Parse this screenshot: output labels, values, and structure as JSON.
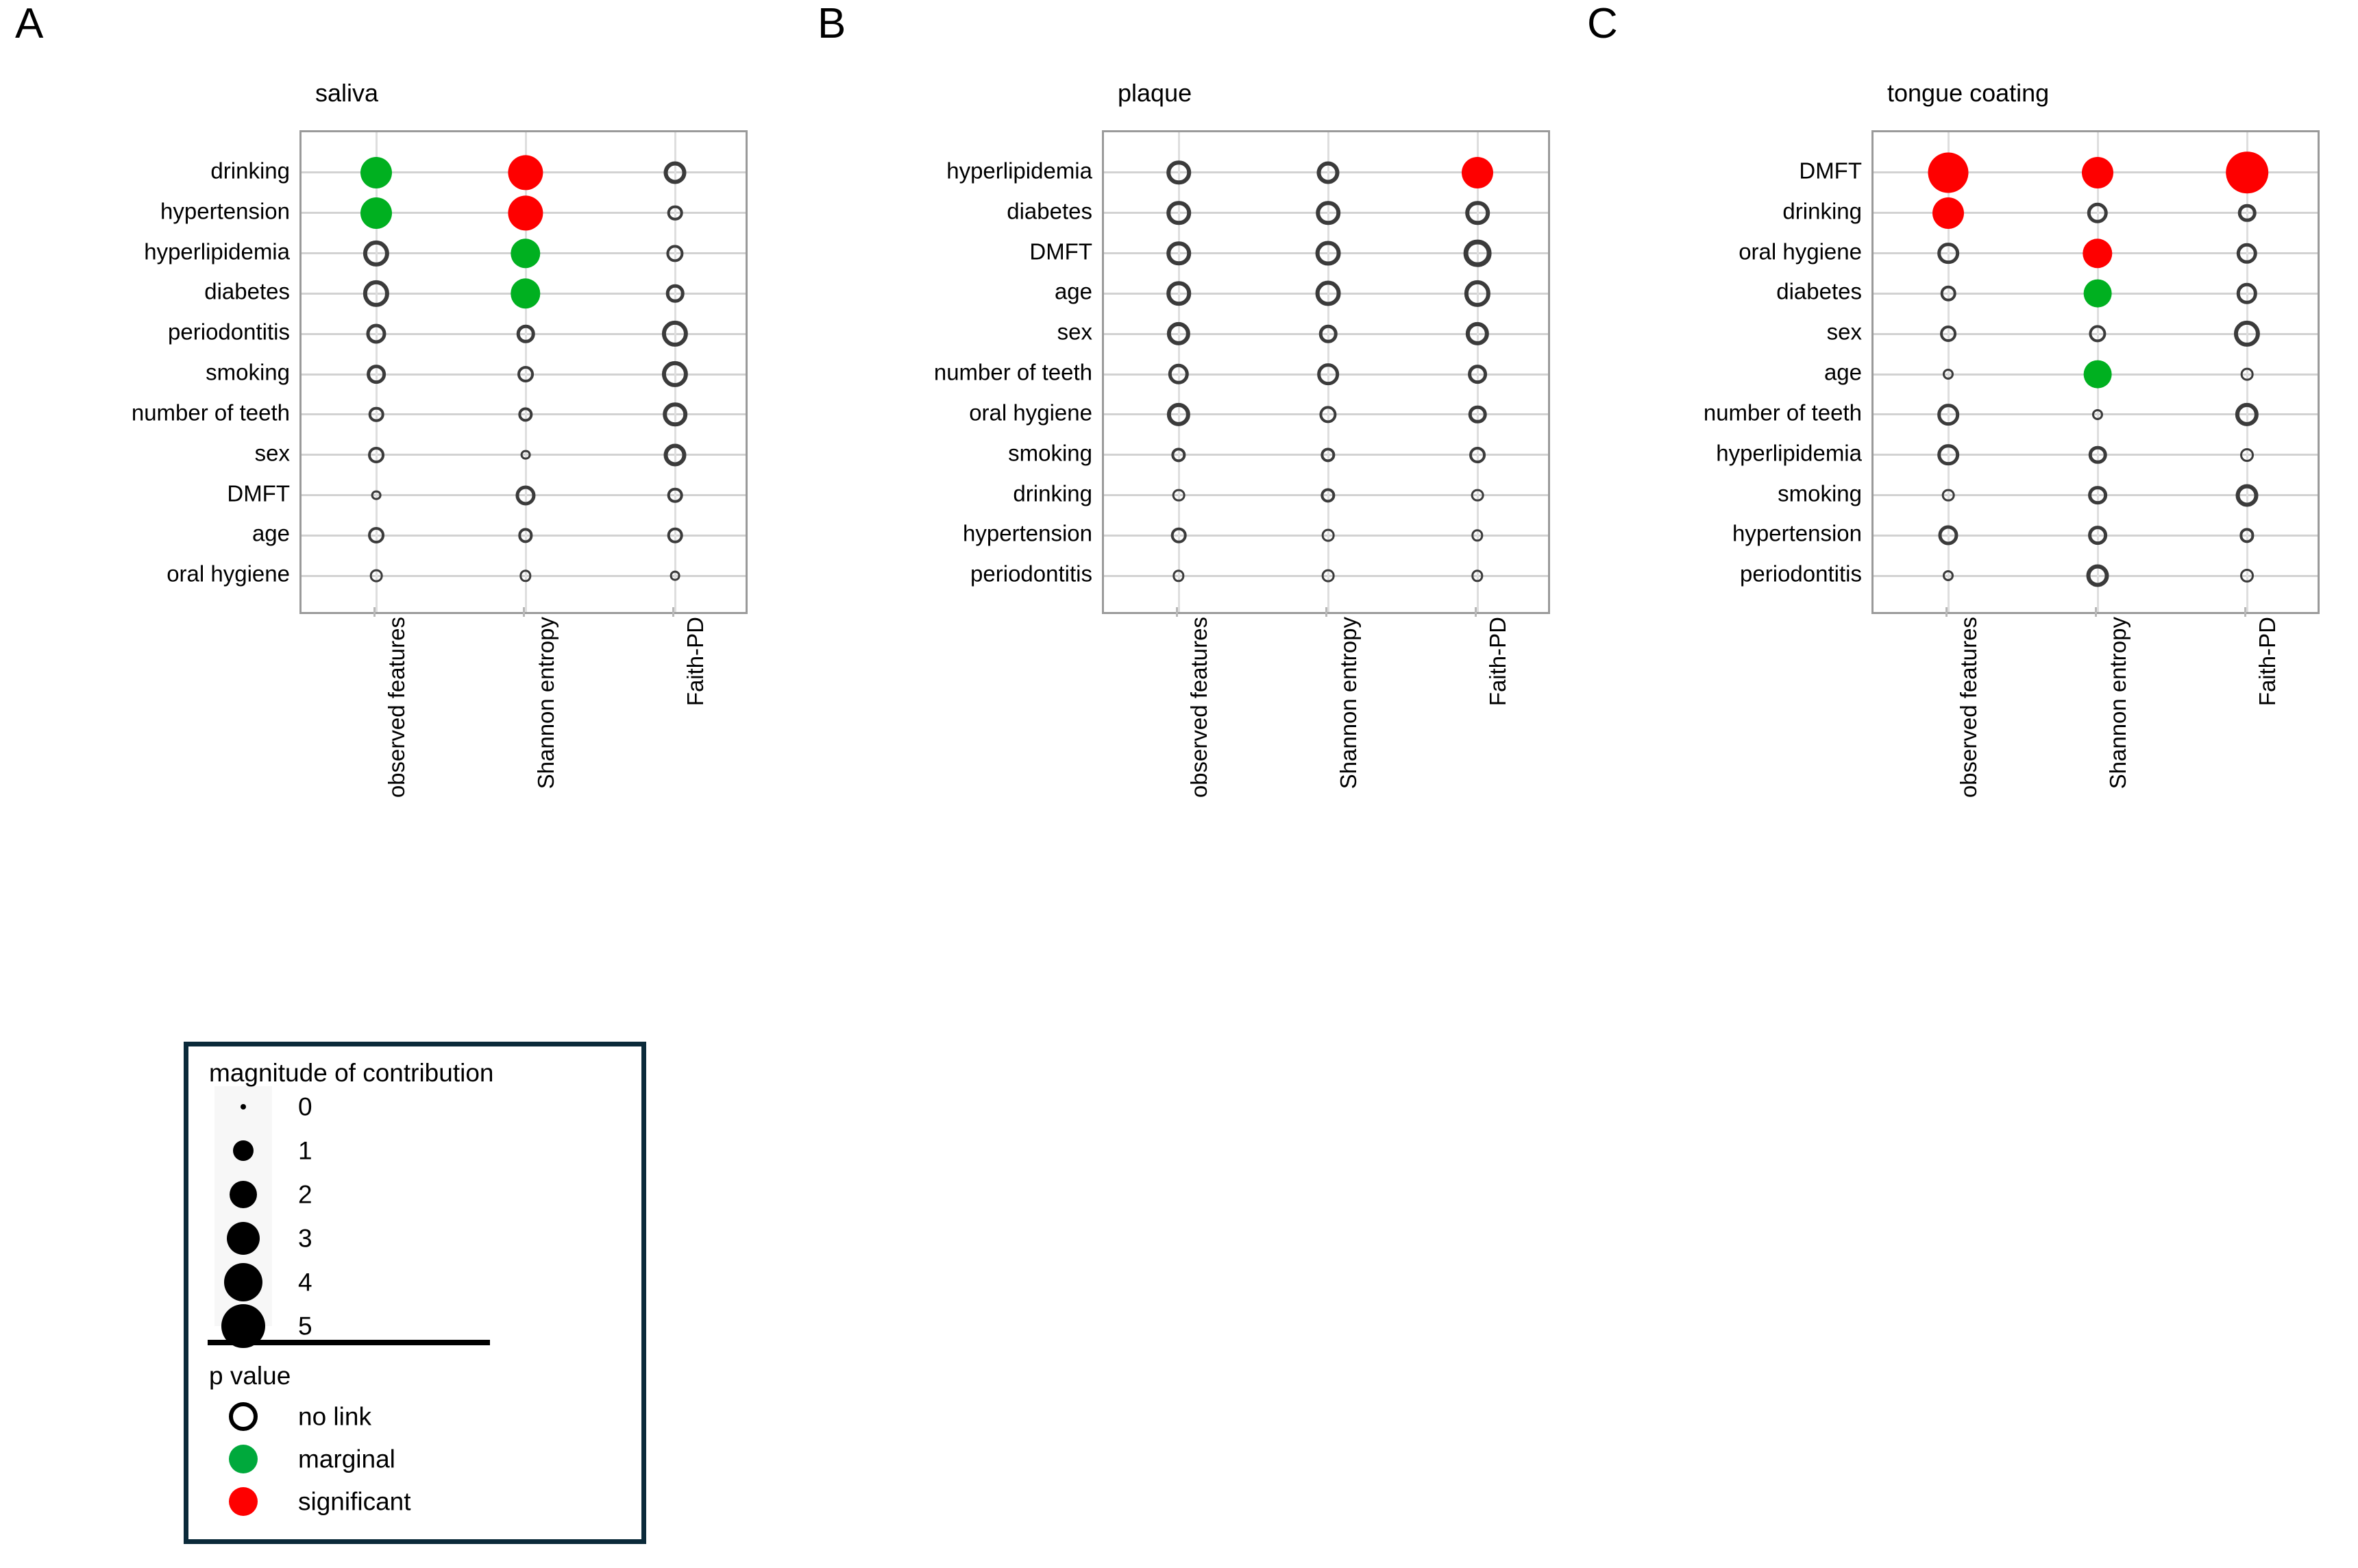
{
  "figure": {
    "panel_letters": [
      "A",
      "B",
      "C"
    ],
    "x_axis_categories": [
      "observed features",
      "Shannon entropy",
      "Faith-PD"
    ],
    "colors": {
      "no_link": "#3b3b3b",
      "marginal": "#00b020",
      "significant": "#fe0000",
      "legend_border": "#0b2a3a",
      "grid": "#d2d2d2",
      "frame": "#9a9a9a"
    }
  },
  "legend": {
    "magnitude_title": "magnitude of contribution",
    "magnitude_items": [
      {
        "label": "0",
        "size": 8
      },
      {
        "label": "1",
        "size": 30
      },
      {
        "label": "2",
        "size": 40
      },
      {
        "label": "3",
        "size": 48
      },
      {
        "label": "4",
        "size": 56
      },
      {
        "label": "5",
        "size": 64
      }
    ],
    "pvalue_title": "p value",
    "pvalue_items": [
      {
        "label": "no link",
        "state": "hollow"
      },
      {
        "label": "marginal",
        "state": "green"
      },
      {
        "label": "significant",
        "state": "red"
      }
    ]
  },
  "chart_data": [
    {
      "type": "scatter",
      "panel": "A",
      "title": "saliva",
      "xlabel": "",
      "ylabel": "",
      "x": [
        "observed features",
        "Shannon entropy",
        "Faith-PD"
      ],
      "categories": [
        "drinking",
        "hypertension",
        "hyperlipidemia",
        "diabetes",
        "periodontitis",
        "smoking",
        "number of teeth",
        "sex",
        "DMFT",
        "age",
        "oral hygiene"
      ],
      "encoding": {
        "dot_area": "magnitude of contribution",
        "dot_color": "p value"
      },
      "points": [
        {
          "row": "drinking",
          "col": "observed features",
          "magnitude": 3.0,
          "p": "marginal"
        },
        {
          "row": "drinking",
          "col": "Shannon entropy",
          "magnitude": 3.4,
          "p": "significant"
        },
        {
          "row": "drinking",
          "col": "Faith-PD",
          "magnitude": 2.0,
          "p": "no link"
        },
        {
          "row": "hypertension",
          "col": "observed features",
          "magnitude": 3.0,
          "p": "marginal"
        },
        {
          "row": "hypertension",
          "col": "Shannon entropy",
          "magnitude": 3.4,
          "p": "significant"
        },
        {
          "row": "hypertension",
          "col": "Faith-PD",
          "magnitude": 1.2,
          "p": "no link"
        },
        {
          "row": "hyperlipidemia",
          "col": "observed features",
          "magnitude": 2.4,
          "p": "no link"
        },
        {
          "row": "hyperlipidemia",
          "col": "Shannon entropy",
          "magnitude": 2.8,
          "p": "marginal"
        },
        {
          "row": "hyperlipidemia",
          "col": "Faith-PD",
          "magnitude": 1.4,
          "p": "no link"
        },
        {
          "row": "diabetes",
          "col": "observed features",
          "magnitude": 2.4,
          "p": "no link"
        },
        {
          "row": "diabetes",
          "col": "Shannon entropy",
          "magnitude": 2.8,
          "p": "marginal"
        },
        {
          "row": "diabetes",
          "col": "Faith-PD",
          "magnitude": 1.5,
          "p": "no link"
        },
        {
          "row": "periodontitis",
          "col": "observed features",
          "magnitude": 1.7,
          "p": "no link"
        },
        {
          "row": "periodontitis",
          "col": "Shannon entropy",
          "magnitude": 1.5,
          "p": "no link"
        },
        {
          "row": "periodontitis",
          "col": "Faith-PD",
          "magnitude": 2.4,
          "p": "no link"
        },
        {
          "row": "smoking",
          "col": "observed features",
          "magnitude": 1.6,
          "p": "no link"
        },
        {
          "row": "smoking",
          "col": "Shannon entropy",
          "magnitude": 1.3,
          "p": "no link"
        },
        {
          "row": "smoking",
          "col": "Faith-PD",
          "magnitude": 2.4,
          "p": "no link"
        },
        {
          "row": "number of teeth",
          "col": "observed features",
          "magnitude": 1.2,
          "p": "no link"
        },
        {
          "row": "number of teeth",
          "col": "Shannon entropy",
          "magnitude": 1.1,
          "p": "no link"
        },
        {
          "row": "number of teeth",
          "col": "Faith-PD",
          "magnitude": 2.2,
          "p": "no link"
        },
        {
          "row": "sex",
          "col": "observed features",
          "magnitude": 1.3,
          "p": "no link"
        },
        {
          "row": "sex",
          "col": "Shannon entropy",
          "magnitude": 0.6,
          "p": "no link"
        },
        {
          "row": "sex",
          "col": "Faith-PD",
          "magnitude": 2.0,
          "p": "no link"
        },
        {
          "row": "DMFT",
          "col": "observed features",
          "magnitude": 0.6,
          "p": "no link"
        },
        {
          "row": "DMFT",
          "col": "Shannon entropy",
          "magnitude": 1.7,
          "p": "no link"
        },
        {
          "row": "DMFT",
          "col": "Faith-PD",
          "magnitude": 1.2,
          "p": "no link"
        },
        {
          "row": "age",
          "col": "observed features",
          "magnitude": 1.3,
          "p": "no link"
        },
        {
          "row": "age",
          "col": "Shannon entropy",
          "magnitude": 1.1,
          "p": "no link"
        },
        {
          "row": "age",
          "col": "Faith-PD",
          "magnitude": 1.2,
          "p": "no link"
        },
        {
          "row": "oral hygiene",
          "col": "observed features",
          "magnitude": 0.9,
          "p": "no link"
        },
        {
          "row": "oral hygiene",
          "col": "Shannon entropy",
          "magnitude": 0.8,
          "p": "no link"
        },
        {
          "row": "oral hygiene",
          "col": "Faith-PD",
          "magnitude": 0.6,
          "p": "no link"
        }
      ]
    },
    {
      "type": "scatter",
      "panel": "B",
      "title": "plaque",
      "xlabel": "",
      "ylabel": "",
      "x": [
        "observed features",
        "Shannon entropy",
        "Faith-PD"
      ],
      "categories": [
        "hyperlipidemia",
        "diabetes",
        "DMFT",
        "age",
        "sex",
        "number of teeth",
        "oral hygiene",
        "smoking",
        "drinking",
        "hypertension",
        "periodontitis"
      ],
      "encoding": {
        "dot_area": "magnitude of contribution",
        "dot_color": "p value"
      },
      "points": [
        {
          "row": "hyperlipidemia",
          "col": "observed features",
          "magnitude": 2.2,
          "p": "no link"
        },
        {
          "row": "hyperlipidemia",
          "col": "Shannon entropy",
          "magnitude": 2.0,
          "p": "no link"
        },
        {
          "row": "hyperlipidemia",
          "col": "Faith-PD",
          "magnitude": 3.0,
          "p": "significant"
        },
        {
          "row": "diabetes",
          "col": "observed features",
          "magnitude": 2.2,
          "p": "no link"
        },
        {
          "row": "diabetes",
          "col": "Shannon entropy",
          "magnitude": 2.2,
          "p": "no link"
        },
        {
          "row": "diabetes",
          "col": "Faith-PD",
          "magnitude": 2.2,
          "p": "no link"
        },
        {
          "row": "DMFT",
          "col": "observed features",
          "magnitude": 2.2,
          "p": "no link"
        },
        {
          "row": "DMFT",
          "col": "Shannon entropy",
          "magnitude": 2.3,
          "p": "no link"
        },
        {
          "row": "DMFT",
          "col": "Faith-PD",
          "magnitude": 2.6,
          "p": "no link"
        },
        {
          "row": "age",
          "col": "observed features",
          "magnitude": 2.2,
          "p": "no link"
        },
        {
          "row": "age",
          "col": "Shannon entropy",
          "magnitude": 2.3,
          "p": "no link"
        },
        {
          "row": "age",
          "col": "Faith-PD",
          "magnitude": 2.4,
          "p": "no link"
        },
        {
          "row": "sex",
          "col": "observed features",
          "magnitude": 2.1,
          "p": "no link"
        },
        {
          "row": "sex",
          "col": "Shannon entropy",
          "magnitude": 1.5,
          "p": "no link"
        },
        {
          "row": "sex",
          "col": "Faith-PD",
          "magnitude": 2.1,
          "p": "no link"
        },
        {
          "row": "number of teeth",
          "col": "observed features",
          "magnitude": 1.8,
          "p": "no link"
        },
        {
          "row": "number of teeth",
          "col": "Shannon entropy",
          "magnitude": 1.9,
          "p": "no link"
        },
        {
          "row": "number of teeth",
          "col": "Faith-PD",
          "magnitude": 1.6,
          "p": "no link"
        },
        {
          "row": "oral hygiene",
          "col": "observed features",
          "magnitude": 2.1,
          "p": "no link"
        },
        {
          "row": "oral hygiene",
          "col": "Shannon entropy",
          "magnitude": 1.4,
          "p": "no link"
        },
        {
          "row": "oral hygiene",
          "col": "Faith-PD",
          "magnitude": 1.5,
          "p": "no link"
        },
        {
          "row": "smoking",
          "col": "observed features",
          "magnitude": 1.1,
          "p": "no link"
        },
        {
          "row": "smoking",
          "col": "Shannon entropy",
          "magnitude": 1.1,
          "p": "no link"
        },
        {
          "row": "smoking",
          "col": "Faith-PD",
          "magnitude": 1.3,
          "p": "no link"
        },
        {
          "row": "drinking",
          "col": "observed features",
          "magnitude": 0.9,
          "p": "no link"
        },
        {
          "row": "drinking",
          "col": "Shannon entropy",
          "magnitude": 1.1,
          "p": "no link"
        },
        {
          "row": "drinking",
          "col": "Faith-PD",
          "magnitude": 0.9,
          "p": "no link"
        },
        {
          "row": "hypertension",
          "col": "observed features",
          "magnitude": 1.2,
          "p": "no link"
        },
        {
          "row": "hypertension",
          "col": "Shannon entropy",
          "magnitude": 0.9,
          "p": "no link"
        },
        {
          "row": "hypertension",
          "col": "Faith-PD",
          "magnitude": 0.8,
          "p": "no link"
        },
        {
          "row": "periodontitis",
          "col": "observed features",
          "magnitude": 0.8,
          "p": "no link"
        },
        {
          "row": "periodontitis",
          "col": "Shannon entropy",
          "magnitude": 0.9,
          "p": "no link"
        },
        {
          "row": "periodontitis",
          "col": "Faith-PD",
          "magnitude": 0.8,
          "p": "no link"
        }
      ]
    },
    {
      "type": "scatter",
      "panel": "C",
      "title": "tongue coating",
      "xlabel": "",
      "ylabel": "",
      "x": [
        "observed features",
        "Shannon entropy",
        "Faith-PD"
      ],
      "categories": [
        "DMFT",
        "drinking",
        "oral hygiene",
        "diabetes",
        "sex",
        "age",
        "number of teeth",
        "hyperlipidemia",
        "smoking",
        "hypertension",
        "periodontitis"
      ],
      "encoding": {
        "dot_area": "magnitude of contribution",
        "dot_color": "p value"
      },
      "points": [
        {
          "row": "DMFT",
          "col": "observed features",
          "magnitude": 4.0,
          "p": "significant"
        },
        {
          "row": "DMFT",
          "col": "Shannon entropy",
          "magnitude": 3.0,
          "p": "significant"
        },
        {
          "row": "DMFT",
          "col": "Faith-PD",
          "magnitude": 4.2,
          "p": "significant"
        },
        {
          "row": "drinking",
          "col": "observed features",
          "magnitude": 3.0,
          "p": "significant"
        },
        {
          "row": "drinking",
          "col": "Shannon entropy",
          "magnitude": 1.8,
          "p": "no link"
        },
        {
          "row": "drinking",
          "col": "Faith-PD",
          "magnitude": 1.5,
          "p": "no link"
        },
        {
          "row": "oral hygiene",
          "col": "observed features",
          "magnitude": 1.9,
          "p": "no link"
        },
        {
          "row": "oral hygiene",
          "col": "Shannon entropy",
          "magnitude": 2.8,
          "p": "significant"
        },
        {
          "row": "oral hygiene",
          "col": "Faith-PD",
          "magnitude": 1.8,
          "p": "no link"
        },
        {
          "row": "diabetes",
          "col": "observed features",
          "magnitude": 1.2,
          "p": "no link"
        },
        {
          "row": "diabetes",
          "col": "Shannon entropy",
          "magnitude": 2.6,
          "p": "marginal"
        },
        {
          "row": "diabetes",
          "col": "Faith-PD",
          "magnitude": 1.8,
          "p": "no link"
        },
        {
          "row": "sex",
          "col": "observed features",
          "magnitude": 1.3,
          "p": "no link"
        },
        {
          "row": "sex",
          "col": "Shannon entropy",
          "magnitude": 1.4,
          "p": "no link"
        },
        {
          "row": "sex",
          "col": "Faith-PD",
          "magnitude": 2.4,
          "p": "no link"
        },
        {
          "row": "age",
          "col": "observed features",
          "magnitude": 0.7,
          "p": "no link"
        },
        {
          "row": "age",
          "col": "Shannon entropy",
          "magnitude": 2.6,
          "p": "marginal"
        },
        {
          "row": "age",
          "col": "Faith-PD",
          "magnitude": 0.9,
          "p": "no link"
        },
        {
          "row": "number of teeth",
          "col": "observed features",
          "magnitude": 1.9,
          "p": "no link"
        },
        {
          "row": "number of teeth",
          "col": "Shannon entropy",
          "magnitude": 0.7,
          "p": "no link"
        },
        {
          "row": "number of teeth",
          "col": "Faith-PD",
          "magnitude": 2.1,
          "p": "no link"
        },
        {
          "row": "hyperlipidemia",
          "col": "observed features",
          "magnitude": 1.9,
          "p": "no link"
        },
        {
          "row": "hyperlipidemia",
          "col": "Shannon entropy",
          "magnitude": 1.5,
          "p": "no link"
        },
        {
          "row": "hyperlipidemia",
          "col": "Faith-PD",
          "magnitude": 1.0,
          "p": "no link"
        },
        {
          "row": "smoking",
          "col": "observed features",
          "magnitude": 0.9,
          "p": "no link"
        },
        {
          "row": "smoking",
          "col": "Shannon entropy",
          "magnitude": 1.6,
          "p": "no link"
        },
        {
          "row": "smoking",
          "col": "Faith-PD",
          "magnitude": 2.0,
          "p": "no link"
        },
        {
          "row": "hypertension",
          "col": "observed features",
          "magnitude": 1.7,
          "p": "no link"
        },
        {
          "row": "hypertension",
          "col": "Shannon entropy",
          "magnitude": 1.6,
          "p": "no link"
        },
        {
          "row": "hypertension",
          "col": "Faith-PD",
          "magnitude": 1.1,
          "p": "no link"
        },
        {
          "row": "periodontitis",
          "col": "observed features",
          "magnitude": 0.7,
          "p": "no link"
        },
        {
          "row": "periodontitis",
          "col": "Shannon entropy",
          "magnitude": 2.0,
          "p": "no link"
        },
        {
          "row": "periodontitis",
          "col": "Faith-PD",
          "magnitude": 1.0,
          "p": "no link"
        }
      ]
    }
  ]
}
